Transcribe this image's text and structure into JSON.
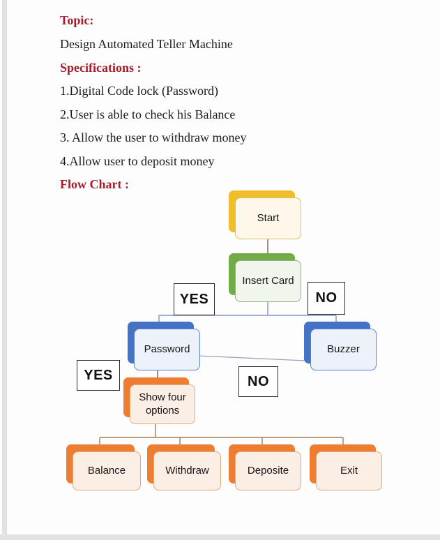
{
  "document": {
    "lines": [
      {
        "text": "Topic:",
        "type": "heading"
      },
      {
        "text": "Design Automated Teller Machine",
        "type": "body"
      },
      {
        "text": "Specifications :",
        "type": "heading"
      },
      {
        "text": "1.Digital Code lock (Password)",
        "type": "body"
      },
      {
        "text": "2.User is able to check his Balance",
        "type": "body"
      },
      {
        "text": "3. Allow the user to withdraw money",
        "type": "body"
      },
      {
        "text": "4.Allow user to deposit money",
        "type": "body"
      },
      {
        "text": "Flow Chart :",
        "type": "heading"
      }
    ]
  },
  "flowchart": {
    "nodes": [
      {
        "id": "start",
        "label": "Start",
        "color": "yellow"
      },
      {
        "id": "insert-card",
        "label": "Insert Card",
        "color": "green"
      },
      {
        "id": "password",
        "label": "Password",
        "color": "blue"
      },
      {
        "id": "buzzer",
        "label": "Buzzer",
        "color": "blue"
      },
      {
        "id": "show-options",
        "label": "Show four options",
        "color": "orange"
      },
      {
        "id": "balance",
        "label": "Balance",
        "color": "orange"
      },
      {
        "id": "withdraw",
        "label": "Withdraw",
        "color": "orange"
      },
      {
        "id": "deposite",
        "label": "Deposite",
        "color": "orange"
      },
      {
        "id": "exit",
        "label": "Exit",
        "color": "orange"
      }
    ],
    "branch_labels": [
      {
        "id": "yes-top",
        "text": "YES"
      },
      {
        "id": "no-top",
        "text": "NO"
      },
      {
        "id": "yes-left",
        "text": "YES"
      },
      {
        "id": "no-mid",
        "text": "NO"
      }
    ]
  },
  "palette": {
    "heading-red": "#a31f2b",
    "yellow": "#f0bd2d",
    "yellow-front": "#fdf8e9",
    "yellow-border": "#e2c14d",
    "green": "#70ad47",
    "green-front": "#f1f6ec",
    "green-border": "#9bab90",
    "blue": "#4472c4",
    "blue-front": "#edf1fa",
    "blue-border": "#5b83c9",
    "orange": "#ed7d31",
    "orange-front": "#fbefe5",
    "orange-border": "#e2a877",
    "connector-blue": "#7f97c4",
    "connector-tan": "#a97c50",
    "connector-gray": "#6f6553",
    "connector-diag": "#96a5bc"
  }
}
